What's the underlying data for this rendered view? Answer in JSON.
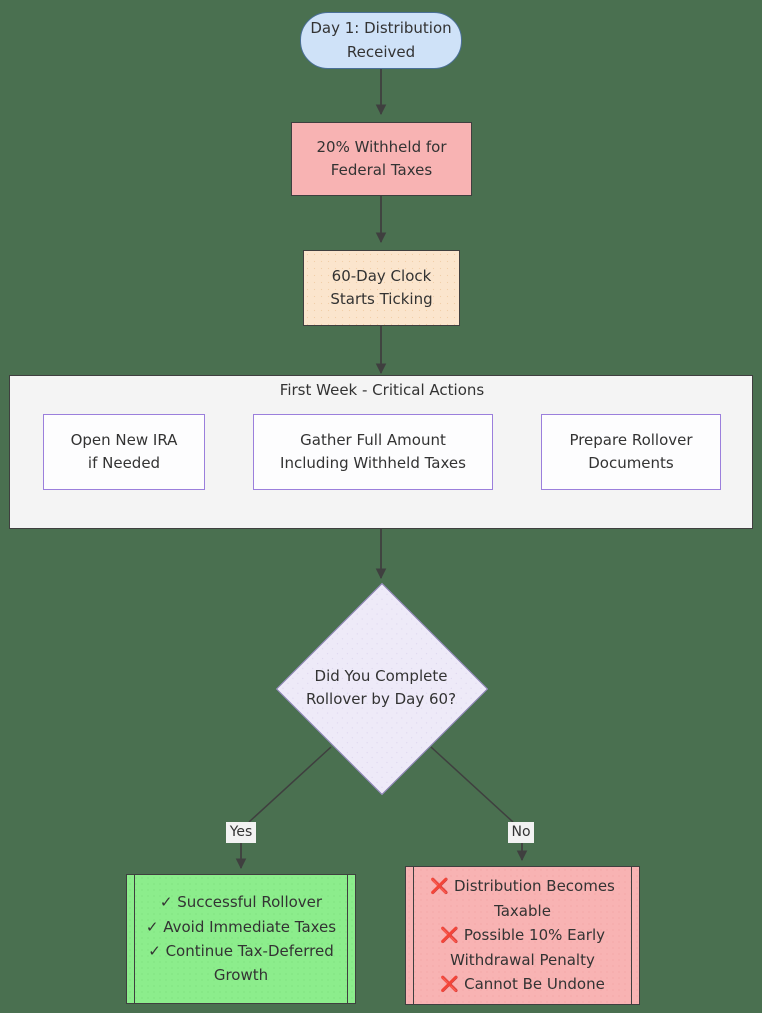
{
  "diagram": {
    "title_node": "Day 1: Distribution Received",
    "background_color": "#4a7050",
    "nodes": {
      "start": {
        "label": "Day 1: Distribution\nReceived",
        "shape": "stadium",
        "fill": "#cfe2f8",
        "stroke": "#4a6f97"
      },
      "withheld": {
        "label": "20% Withheld for\nFederal Taxes",
        "shape": "rect",
        "fill": "#f8b3b3",
        "stroke": "#3f3f3f"
      },
      "clock": {
        "label": "60-Day Clock\nStarts Ticking",
        "shape": "rect",
        "fill": "#fbe5cd",
        "stroke": "#3f3f3f"
      },
      "decision": {
        "label": "Did You Complete\nRollover by Day 60?",
        "shape": "diamond",
        "fill": "#eeeaf8",
        "stroke": "#8a7fb5"
      },
      "success": {
        "shape": "subroutine",
        "fill": "#8ced8c",
        "stroke": "#3f3f3f",
        "lines": [
          {
            "mark": "✓",
            "text": "Successful Rollover"
          },
          {
            "mark": "✓",
            "text": "Avoid Immediate Taxes"
          },
          {
            "mark": "✓",
            "text": "Continue Tax-Deferred Growth"
          }
        ]
      },
      "failure": {
        "shape": "subroutine",
        "fill": "#f8b3b3",
        "stroke": "#3f3f3f",
        "lines": [
          {
            "mark": "❌",
            "text": "Distribution Becomes Taxable"
          },
          {
            "mark": "❌",
            "text": "Possible 10% Early Withdrawal Penalty"
          },
          {
            "mark": "❌",
            "text": "Cannot Be Undone"
          }
        ]
      }
    },
    "cluster": {
      "title": "First Week - Critical Actions",
      "fill": "#f4f4f4",
      "stroke": "#3f3f3f",
      "boxes": [
        {
          "label": "Open New IRA\nif Needed",
          "fill": "#fdfdfe",
          "stroke": "#9b7fdc"
        },
        {
          "label": "Gather Full Amount\nIncluding Withheld Taxes",
          "fill": "#fdfdfe",
          "stroke": "#9b7fdc"
        },
        {
          "label": "Prepare Rollover\nDocuments",
          "fill": "#fdfdfe",
          "stroke": "#9b7fdc"
        }
      ]
    },
    "edge_labels": {
      "yes": "Yes",
      "no": "No"
    },
    "edges": [
      {
        "from": "start",
        "to": "withheld",
        "label": ""
      },
      {
        "from": "withheld",
        "to": "clock",
        "label": ""
      },
      {
        "from": "clock",
        "to": "cluster",
        "label": ""
      },
      {
        "from": "cluster",
        "to": "decision",
        "label": ""
      },
      {
        "from": "decision",
        "to": "success",
        "label": "Yes"
      },
      {
        "from": "decision",
        "to": "failure",
        "label": "No"
      }
    ]
  }
}
